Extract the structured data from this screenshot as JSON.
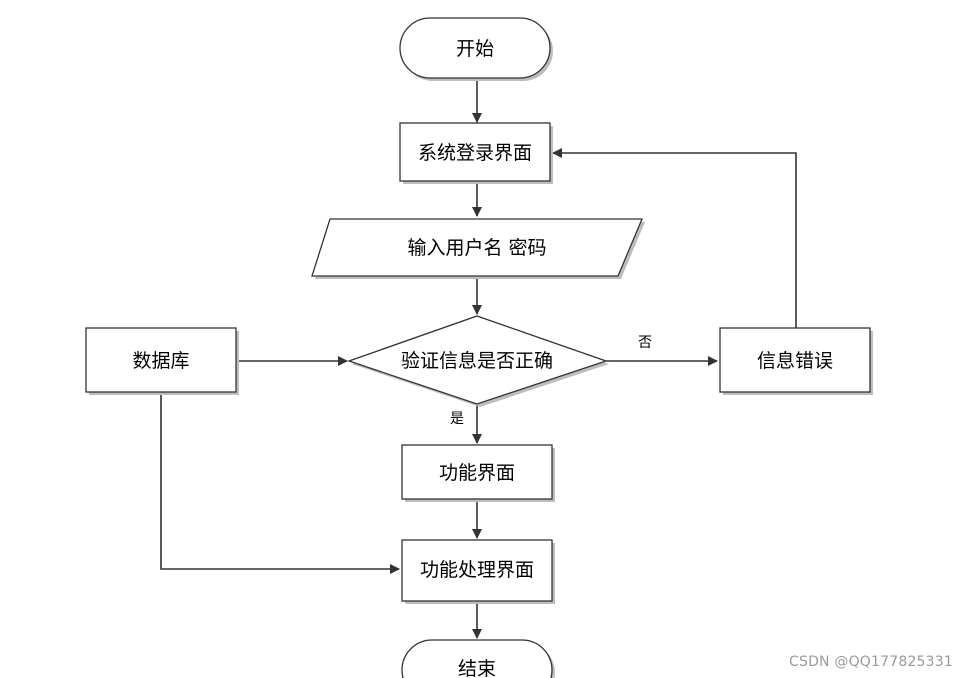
{
  "colors": {
    "stroke": "#333333",
    "node_fill": "#ffffff",
    "shadow": "#bdbdbd",
    "text": "#000000",
    "watermark": "#9a9a9a"
  },
  "nodes": {
    "start": "开始",
    "login": "系统登录界面",
    "input": "输入用户名 密码",
    "verify": "验证信息是否正确",
    "database": "数据库",
    "error": "信息错误",
    "function": "功能界面",
    "process": "功能处理界面",
    "end": "结束"
  },
  "edge_labels": {
    "no": "否",
    "yes": "是"
  },
  "watermark": "CSDN @QQ177825331"
}
